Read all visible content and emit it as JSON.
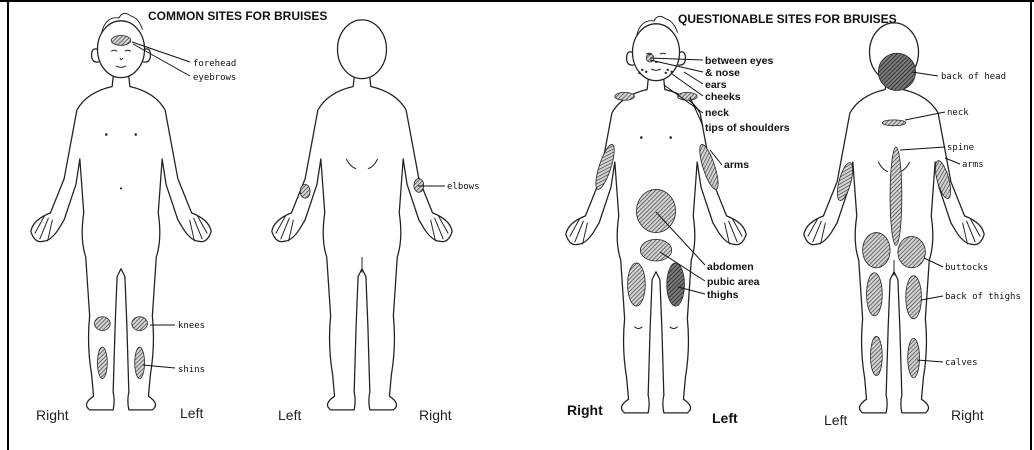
{
  "panels": {
    "common": {
      "title": "COMMON SITES FOR BRUISES",
      "front_labels": {
        "forehead": "forehead",
        "eyebrows": "eyebrows",
        "knees": "knees",
        "shins": "shins"
      },
      "back_labels": {
        "elbows": "elbows"
      },
      "front_sides": {
        "left_text": "Right",
        "right_text": "Left"
      },
      "back_sides": {
        "left_text": "Left",
        "right_text": "Right"
      }
    },
    "questionable": {
      "title": "QUESTIONABLE SITES FOR BRUISES",
      "front_labels": {
        "between_eyes": "between eyes",
        "nose": "& nose",
        "ears": "ears",
        "cheeks": "cheeks",
        "neck": "neck",
        "shoulders": "tips of shoulders",
        "arms": "arms",
        "abdomen": "abdomen",
        "pubic": "pubic area",
        "thighs": "thighs"
      },
      "back_labels": {
        "head": "back of head",
        "neck": "neck",
        "spine": "spine",
        "arms": "arms",
        "buttocks": "buttocks",
        "thighs": "back of thighs",
        "calves": "calves"
      },
      "front_sides": {
        "left_text": "Right",
        "right_text": "Left"
      },
      "back_sides": {
        "left_text": "Left",
        "right_text": "Right"
      }
    }
  },
  "colors": {
    "ink": "#222222",
    "hatch": "#555555",
    "background": "#ffffff",
    "border": "#000000"
  }
}
